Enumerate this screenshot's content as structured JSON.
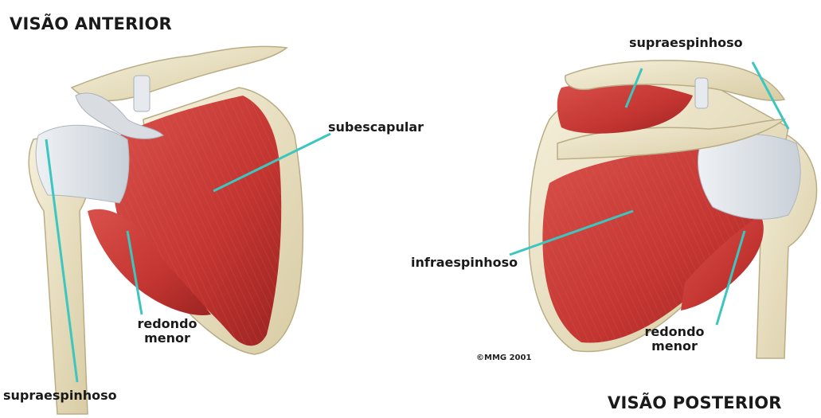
{
  "anterior": {
    "title": "VISÃO ANTERIOR",
    "labels": {
      "subescapular": "subescapular",
      "redondo_menor": [
        "redondo",
        "menor"
      ],
      "supraespinhoso": "supraespinhoso"
    }
  },
  "posterior": {
    "title": "VISÃO POSTERIOR",
    "labels": {
      "supraespinhoso": "supraespinhoso",
      "infraespinhoso": "infraespinhoso",
      "redondo_menor": [
        "redondo",
        "menor"
      ]
    }
  },
  "copyright": "©MMG 2001",
  "colors": {
    "muscle": "#c83a36",
    "muscle_dark": "#9e2424",
    "bone": "#efe7c9",
    "bone_shadow": "#cfc39a",
    "tendon": "#dfe4ea",
    "leader_line": "#3cc6c0",
    "text": "#1a1a1a"
  }
}
